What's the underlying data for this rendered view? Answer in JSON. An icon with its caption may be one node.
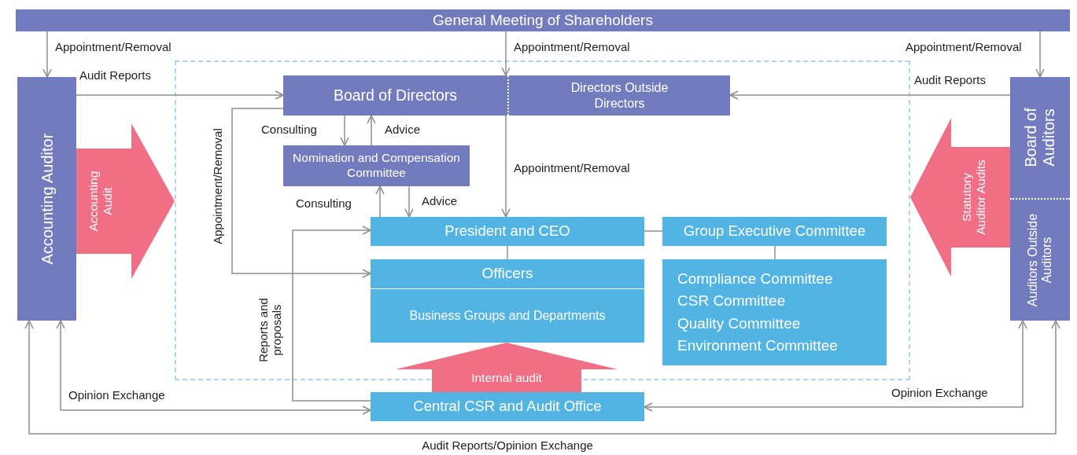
{
  "diagram": {
    "nodes": [
      {
        "text": [
          "General Meeting of Shareholders"
        ]
      },
      {
        "text": [
          "Accounting Auditor"
        ]
      },
      {
        "text": [
          "Board of Auditors",
          "Auditors Outside Auditors"
        ]
      },
      {
        "text": [],
        "shape": "box"
      },
      {
        "text": [
          "Board of Directors",
          "Directors Outside Directors"
        ],
        "in": 3
      },
      {
        "text": [
          "Nomination and Compensation Committee"
        ],
        "in": 3
      },
      {
        "text": [
          "President and CEO"
        ],
        "in": 3
      },
      {
        "text": [
          "Group Executive Committee"
        ],
        "in": 3
      },
      {
        "text": [
          "Officers",
          "Business Groups and Departments"
        ],
        "in": 3
      },
      {
        "text": [
          "Compliance Committee",
          "CSR Committee",
          "Quality Committee",
          "Environment Committee"
        ],
        "in": 3
      },
      {
        "text": [
          "Central CSR and Audit Office"
        ]
      }
    ],
    "edges": [
      {
        "from": 0,
        "to": 1,
        "arrow": "to",
        "label": "Appointment/Removal"
      },
      {
        "from": 0,
        "to": 4,
        "arrow": "to",
        "label": "Appointment/Removal"
      },
      {
        "from": 0,
        "to": 2,
        "arrow": "to",
        "label": "Appointment/Removal"
      },
      {
        "from": 1,
        "to": 4,
        "arrow": "to",
        "label": "Audit Reports"
      },
      {
        "from": 2,
        "to": 4,
        "arrow": "to",
        "label": "Audit Reports"
      },
      {
        "from": 4,
        "to": 5,
        "arrow": "to",
        "label": "Consulting"
      },
      {
        "from": 5,
        "to": 4,
        "arrow": "to",
        "label": "Advice"
      },
      {
        "from": 4,
        "to": 8,
        "arrow": "to",
        "label": "Appointment/Removal"
      },
      {
        "from": 4,
        "to": 6,
        "arrow": "to",
        "label": "Appointment/Removal"
      },
      {
        "from": 6,
        "to": 5,
        "arrow": "to",
        "label": "Consulting"
      },
      {
        "from": 5,
        "to": 6,
        "arrow": "to",
        "label": "Advice"
      },
      {
        "from": 10,
        "to": 6,
        "arrow": "to",
        "label": "Reports and proposals"
      },
      {
        "from": 6,
        "to": 7,
        "arrow": "none"
      },
      {
        "from": 6,
        "to": 8,
        "arrow": "none"
      },
      {
        "from": 7,
        "to": 9,
        "arrow": "none"
      },
      {
        "from": 1,
        "to": 10,
        "arrow": "both",
        "label": "Opinion Exchange"
      },
      {
        "from": 2,
        "to": 10,
        "arrow": "both",
        "label": "Opinion Exchange"
      },
      {
        "from": 1,
        "to": 2,
        "arrow": "both",
        "label": "Audit Reports/Opinion Exchange"
      },
      {
        "from": 1,
        "to": 3,
        "arrow": "to",
        "label": "Accounting Audit",
        "style": "thick",
        "color": "#f06f84"
      },
      {
        "from": 2,
        "to": 3,
        "arrow": "to",
        "label": "Statutory Auditor Audits",
        "style": "thick",
        "color": "#f06f84"
      },
      {
        "from": 10,
        "to": 8,
        "arrow": "to",
        "label": "Internal audit",
        "style": "thick",
        "color": "#f06f84"
      }
    ]
  }
}
